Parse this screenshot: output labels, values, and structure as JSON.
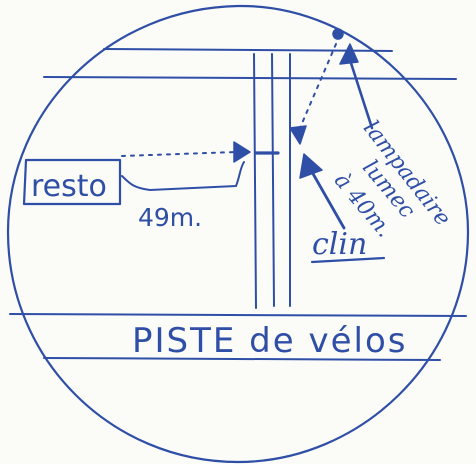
{
  "labels": {
    "resto": "resto",
    "distance": "49m.",
    "clin": "clin",
    "lamp_line1": "lampadaire",
    "lamp_line2": "lumec",
    "lamp_line3": "à 40m.",
    "bike_path": "PISTE de vélos"
  },
  "colors": {
    "ink": "#2f4fa7",
    "paper": "#fbfbf8"
  }
}
